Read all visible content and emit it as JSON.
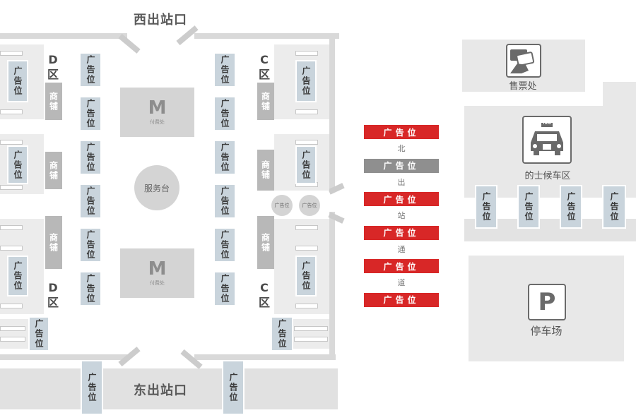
{
  "exits": {
    "west": "西出站口",
    "east": "东出站口"
  },
  "zones": {
    "d_letter": "D",
    "c_letter": "C",
    "qu": "区"
  },
  "labels": {
    "ad": "广告位",
    "shop": "商铺",
    "metro_letter": "M",
    "metro_sub": "付费处",
    "service_desk": "服务台",
    "ad_small": "广告位"
  },
  "north_channel": {
    "chars": [
      "北",
      "出",
      "站",
      "通",
      "道"
    ],
    "ad_colors": [
      "#d82727",
      "#8f8f8f",
      "#d82727",
      "#d82727",
      "#d82727",
      "#d82727"
    ]
  },
  "facilities": {
    "ticket_office": "售票处",
    "taxi_wait": "的士候车区",
    "taxi_sign": "TAXI",
    "parking_letter": "P",
    "parking": "停车场"
  },
  "colors": {
    "ad_blue": "#c9d4dc",
    "ad_red": "#d82727",
    "ad_gray": "#8f8f8f",
    "shop": "#b8b8b8",
    "wall": "#d9d9d9"
  },
  "icons": [
    "ticket-icon",
    "taxi-icon",
    "parking-icon"
  ]
}
